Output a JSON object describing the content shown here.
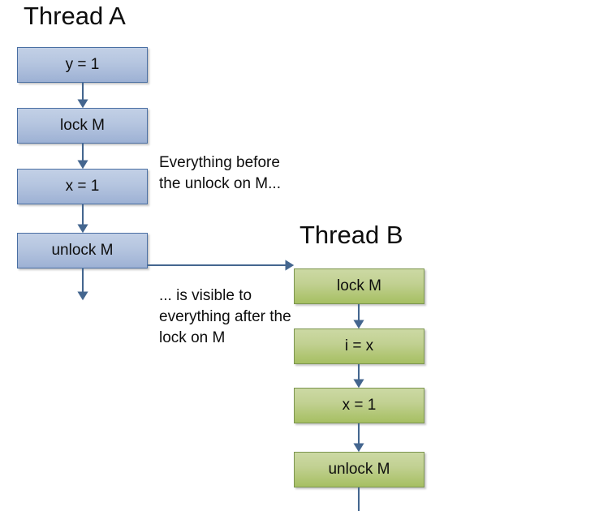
{
  "diagram": {
    "title_visible": false,
    "colors": {
      "blue_fill_top": "#c2d0e6",
      "blue_fill_bottom": "#9db1d4",
      "blue_border": "#4a6fa3",
      "green_fill_top": "#ccd9a4",
      "green_fill_bottom": "#a6bf62",
      "green_border": "#7b954e",
      "arrow": "#44668f",
      "text": "#0d0d0d",
      "background": "#ffffff"
    },
    "thread_a": {
      "title": "Thread A",
      "nodes": [
        {
          "label": "y = 1"
        },
        {
          "label": "lock M"
        },
        {
          "label": "x = 1"
        },
        {
          "label": "unlock M"
        }
      ]
    },
    "thread_b": {
      "title": "Thread B",
      "nodes": [
        {
          "label": "lock M"
        },
        {
          "label": "i = x"
        },
        {
          "label": "x = 1"
        },
        {
          "label": "unlock M"
        }
      ]
    },
    "annotations": {
      "before_unlock": "Everything before the unlock on M...",
      "after_lock": "... is visible to everything after the lock on M"
    },
    "edges": {
      "happens_before_label": "unlock-to-lock-happens-before-arrow"
    }
  }
}
